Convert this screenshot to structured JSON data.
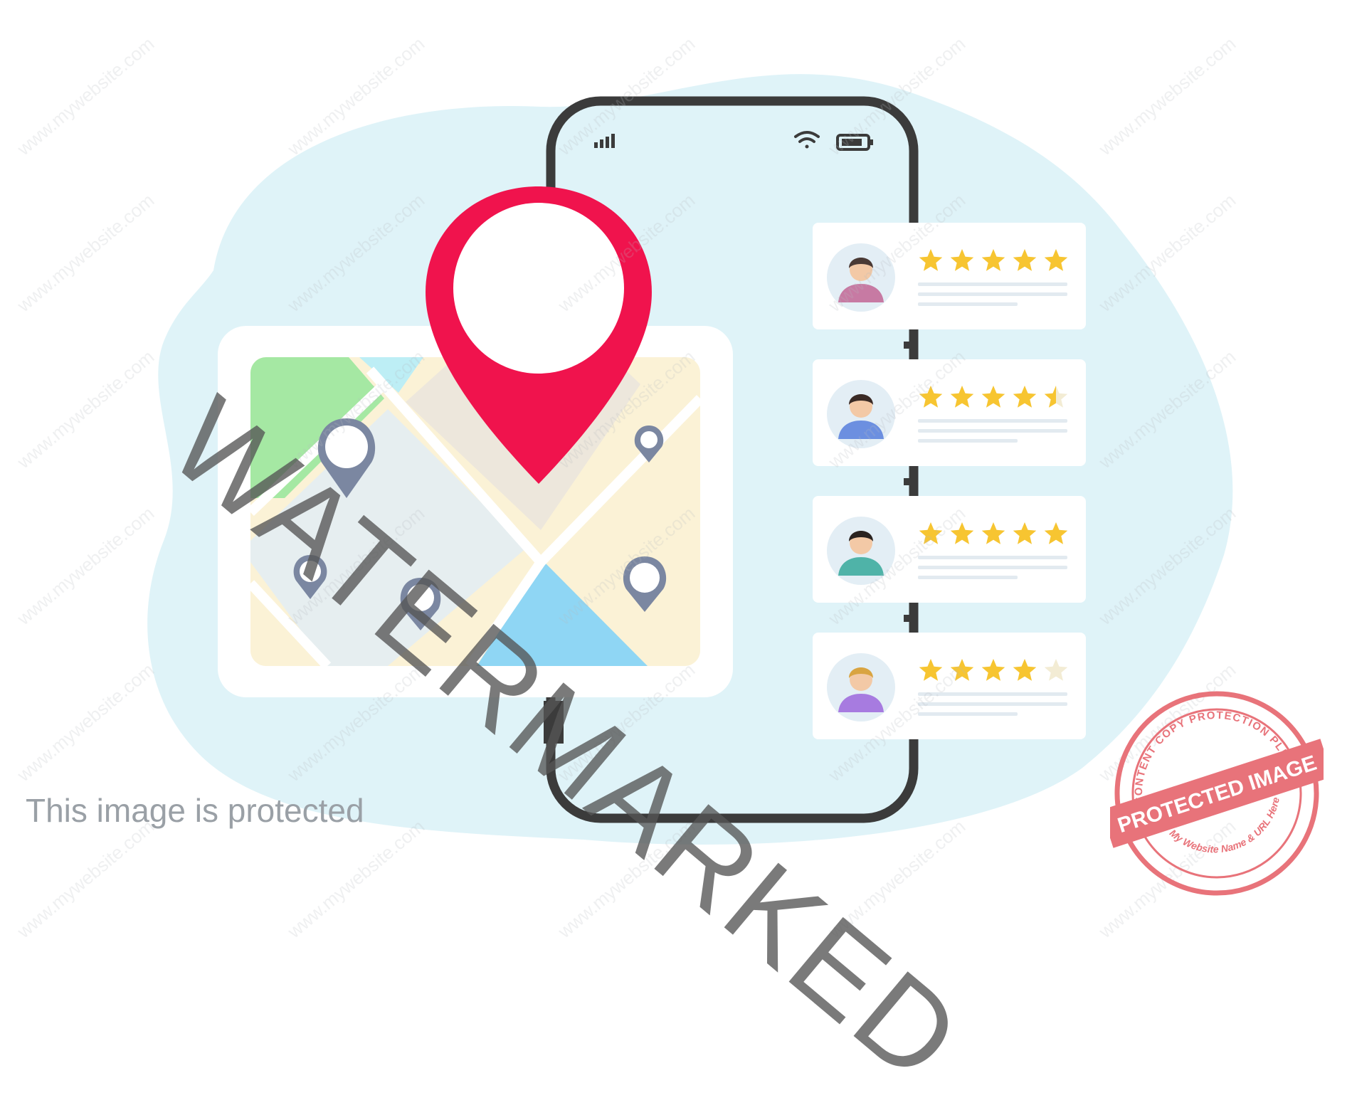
{
  "caption": "This image is protected",
  "watermark": {
    "main_text": "WATERMARKED",
    "tile_text": "www.mywebsite.com"
  },
  "stamp": {
    "center_text": "PROTECTED IMAGE",
    "top_arc_text": "WP CONTENT COPY PROTECTION PLUGIN",
    "bottom_arc_text": "My Website Name & URL Here"
  },
  "reviews": [
    {
      "avatar": "woman-avatar",
      "rating": 5
    },
    {
      "avatar": "man-avatar",
      "rating": 4.5
    },
    {
      "avatar": "person-avatar",
      "rating": 5
    },
    {
      "avatar": "person-avatar",
      "rating": 4
    }
  ],
  "colors": {
    "blob": "#dff3f8",
    "pin_red": "#f0134d",
    "phone_frame": "#3b3b3b",
    "star": "#f7c531",
    "map_green": "#a5e8a3",
    "map_blue": "#8fd6f4",
    "map_cream": "#fbf2d6",
    "map_gray": "#e6eef0",
    "pin_gray": "#7b87a1",
    "stamp_red": "#e8737a"
  }
}
